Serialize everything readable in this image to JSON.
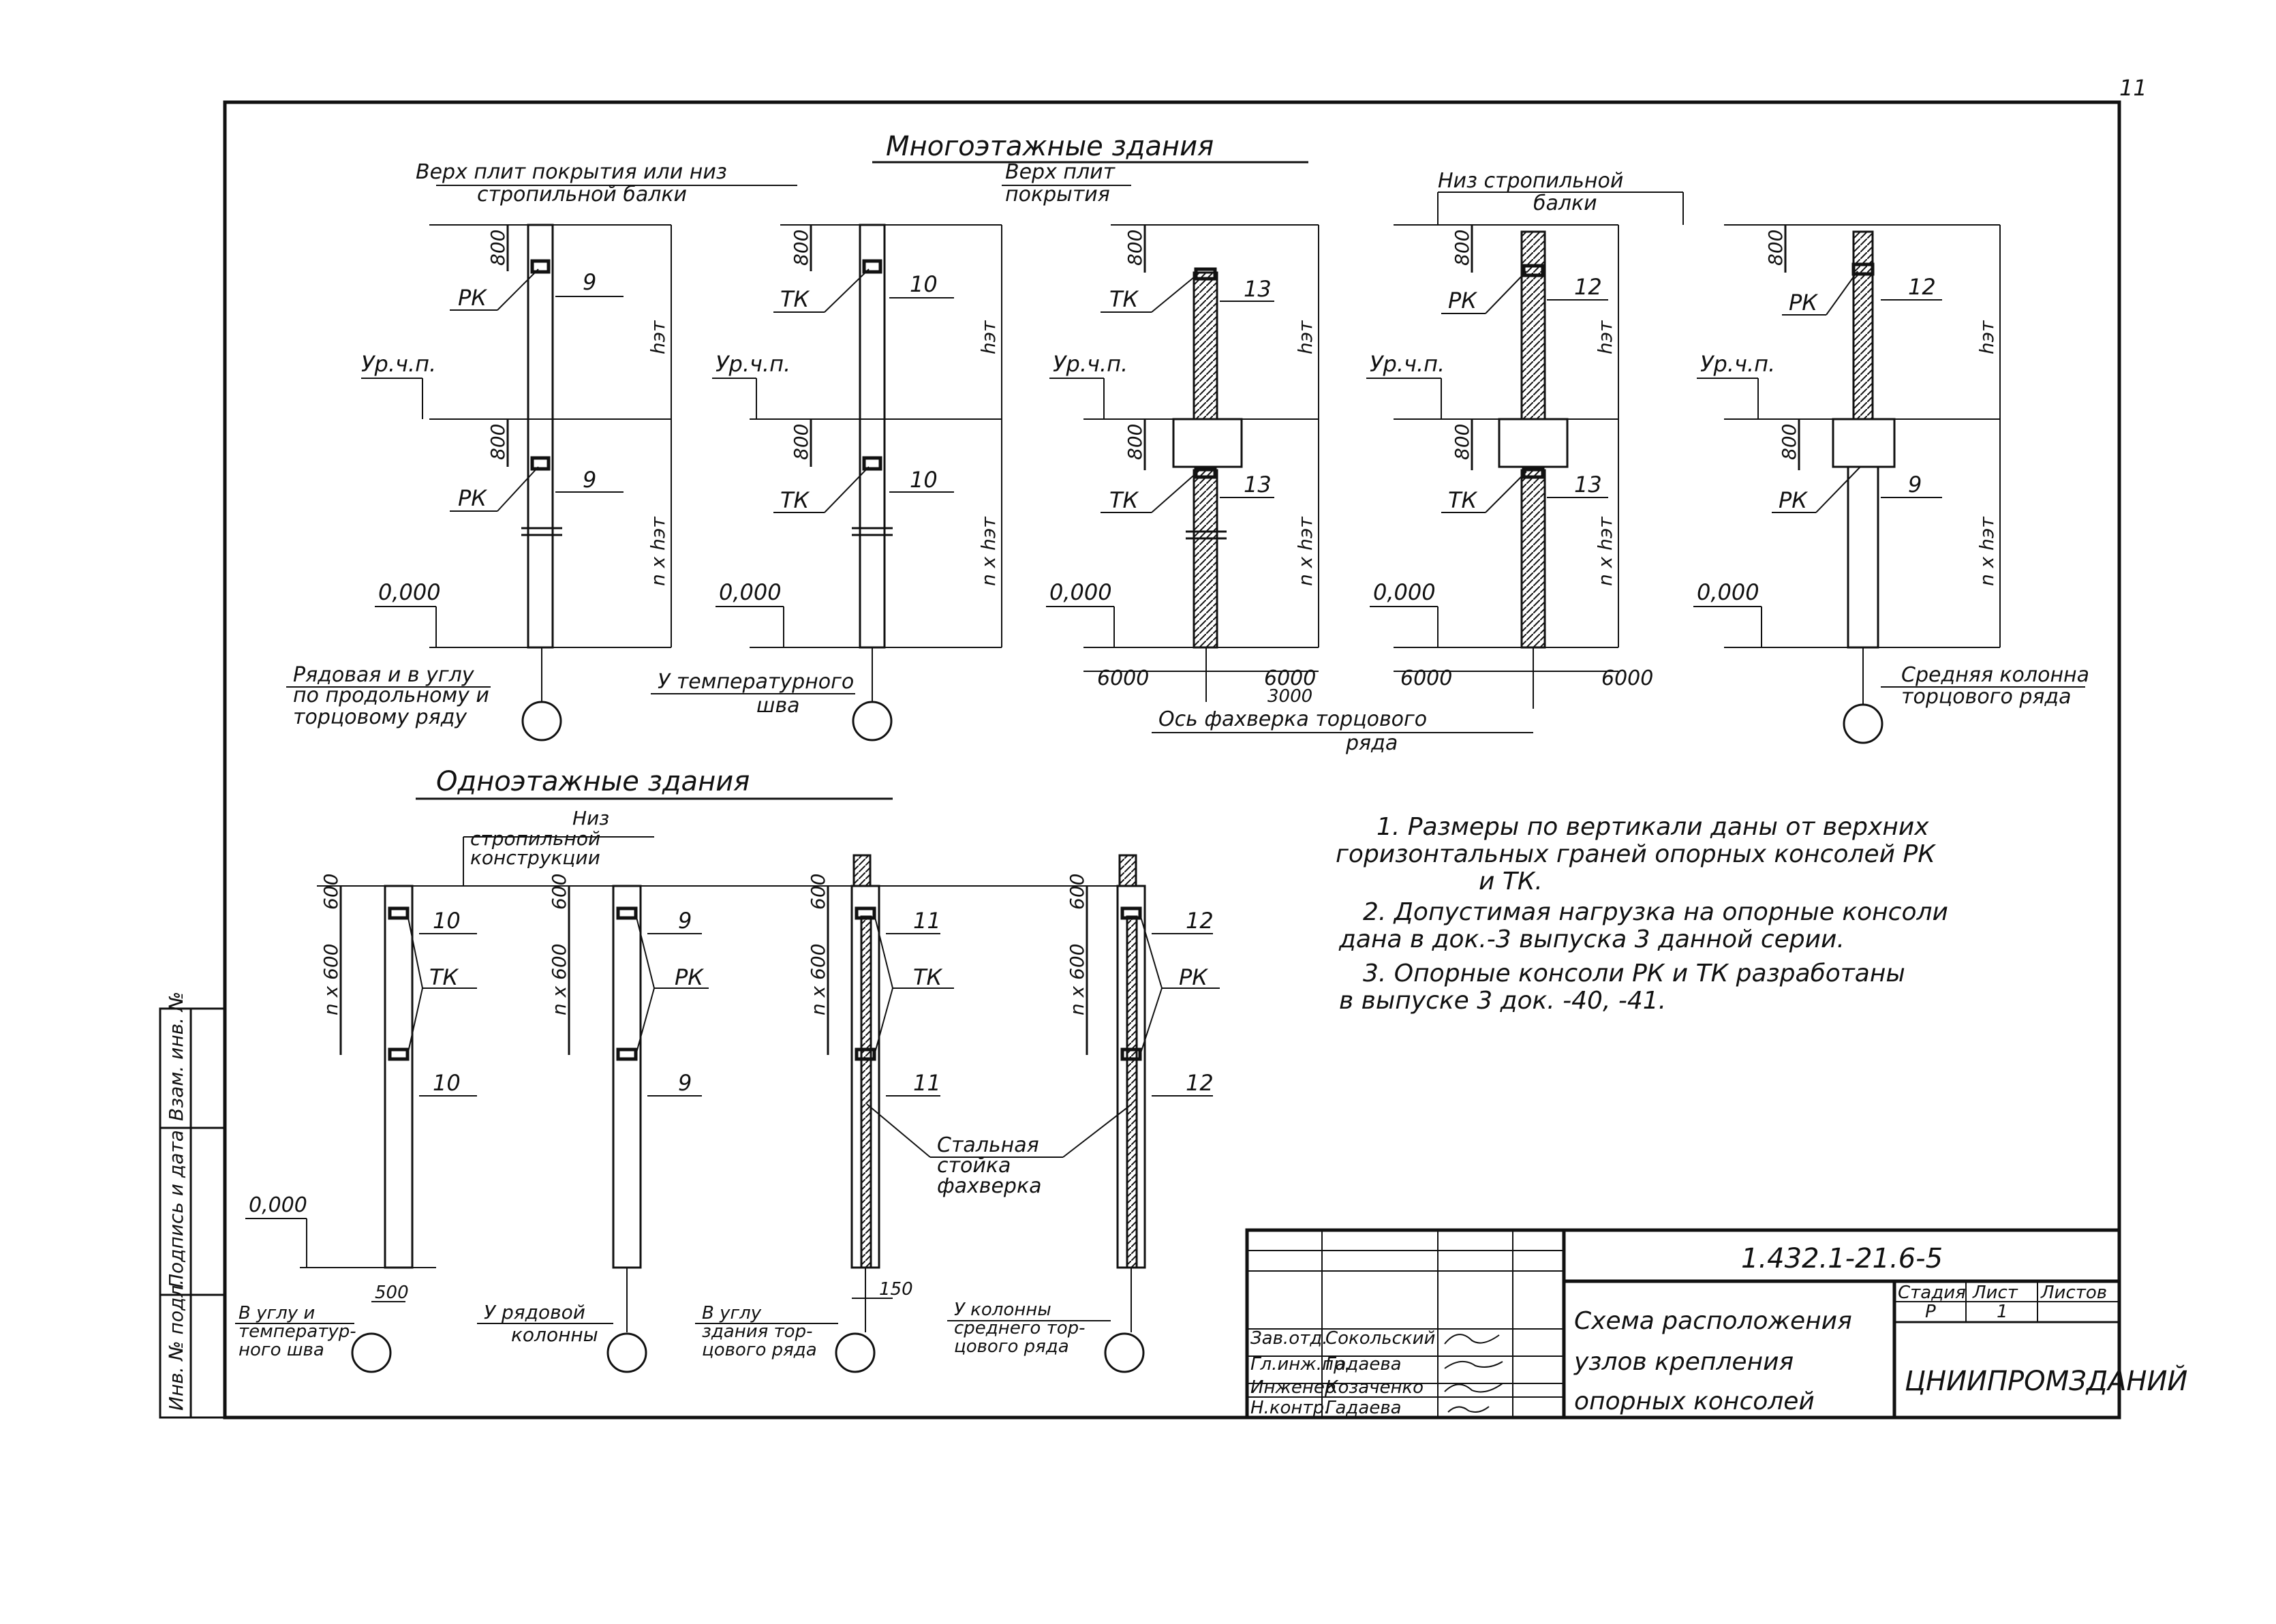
{
  "page_number": "11",
  "multi_storey": {
    "heading": "Многоэтажные      здания",
    "top_label_a": "Верх плит покрытия или низ",
    "top_label_b": "стропильной балки",
    "top_label_c1": "Верх плит",
    "top_label_c2": "покрытия",
    "top_label_d1": "Низ  стропильной",
    "top_label_d2": "балки",
    "dim_800": "800",
    "h_et": "hэт",
    "n_h_et": "n x hэт",
    "level_ur": "Ур.ч.п.",
    "level_zero": "0,000",
    "span_6000": "6000",
    "span_3000": "3000",
    "columns": [
      {
        "node_top_label": "РК",
        "node_top_num": "9",
        "node_bot_label": "РК",
        "node_bot_num": "9"
      },
      {
        "node_top_label": "ТК",
        "node_top_num": "10",
        "node_bot_label": "ТК",
        "node_bot_num": "10"
      },
      {
        "node_top_label": "ТК",
        "node_top_num": "13",
        "node_bot_label": "ТК",
        "node_bot_num": "13"
      },
      {
        "node_top_label": "РК",
        "node_top_num": "12",
        "node_bot_label": "ТК",
        "node_bot_num": "13"
      },
      {
        "node_top_label": "РК",
        "node_top_num": "12",
        "node_bot_label": "РК",
        "node_bot_num": "9"
      }
    ],
    "caption_1a": "Рядовая и в углу",
    "caption_1b": "по продольному и",
    "caption_1c": "торцовому ряду",
    "caption_2a": "У температурного",
    "caption_2b": "шва",
    "caption_3a": "Ось фахверка торцового",
    "caption_3b": "ряда",
    "caption_5a": "Средняя колонна",
    "caption_5b": "торцового ряда"
  },
  "single_storey": {
    "heading": "Одноэтажные      здания",
    "top_label_1": "Низ",
    "top_label_2": "стропильной",
    "top_label_3": "конструкции",
    "dim_600": "600",
    "n_600": "n x 600",
    "level_zero": "0,000",
    "dim_500": "500",
    "dim_150": "150",
    "columns": [
      {
        "label": "ТК",
        "num_top": "10",
        "num_bot": "10"
      },
      {
        "label": "РК",
        "num_top": "9",
        "num_bot": "9"
      },
      {
        "label": "ТК",
        "num_top": "11",
        "num_bot": "11"
      },
      {
        "label": "РК",
        "num_top": "12",
        "num_bot": "12"
      }
    ],
    "steel_post_1": "Стальная",
    "steel_post_2": "стойка",
    "steel_post_3": "фахверка",
    "caption_1a": "В углу и",
    "caption_1b": "температур-",
    "caption_1c": "ного шва",
    "caption_2a": "У рядовой",
    "caption_2b": "колонны",
    "caption_3a": "В углу",
    "caption_3b": "здания тор-",
    "caption_3c": "цового ряда",
    "caption_4a": "У колонны",
    "caption_4b": "среднего тор-",
    "caption_4c": "цового ряда"
  },
  "notes": [
    "1. Размеры   по  вертикали  даны  от  верхних",
    "горизонтальных  граней  опорных  консолей  РК",
    "и ТК.",
    "2. Допустимая  нагрузка  на  опорные  консоли",
    "дана    в  док.-3 выпуска 3 данной  серии.",
    "3. Опорные    консоли   РК и ТК  разработаны",
    "в выпуске 3 док. -40, -41."
  ],
  "side_stamp": [
    "Инв. № подл.",
    "Подпись и дата",
    "Взам. инв. №"
  ],
  "title_block": {
    "code": "1.432.1-21.6-5",
    "title_1": "Схема  расположения",
    "title_2": "узлов  крепления",
    "title_3": "опорных   консолей",
    "stage_h": "Стадия",
    "sheet_h": "Лист",
    "sheets_h": "Листов",
    "stage": "Р",
    "sheet": "1",
    "org": "ЦНИИПРОМЗДАНИЙ",
    "roles": [
      "Зав.отд.",
      "Гл.инж.пр.",
      "Инженер",
      "Н.контр."
    ],
    "names": [
      "Сокольский",
      "Гадаева",
      "Козаченко",
      "Гадаева"
    ]
  }
}
